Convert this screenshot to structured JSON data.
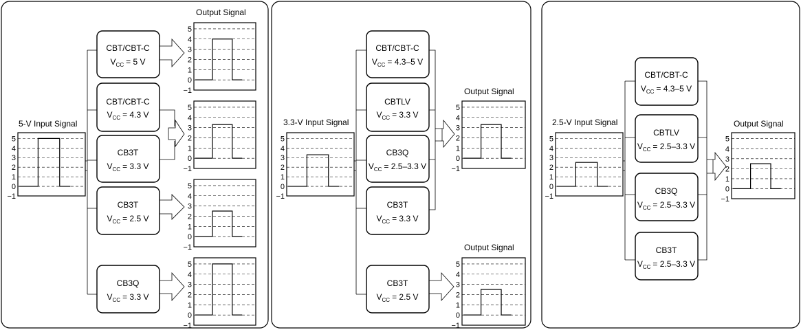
{
  "panels": [
    {
      "input_title": "5-V Input Signal",
      "input_level": 5,
      "output_titles": [
        "Output Signal"
      ],
      "devices": [
        {
          "name": "CBT/CBT-C",
          "vcc": "= 5 V"
        },
        {
          "name": "CBT/CBT-C",
          "vcc": "= 4.3 V"
        },
        {
          "name": "CB3T",
          "vcc": "= 3.3 V"
        },
        {
          "name": "CB3T",
          "vcc": "= 2.5 V"
        },
        {
          "name": "CB3Q",
          "vcc": "= 3.3 V"
        }
      ],
      "output_levels": [
        4,
        3.3,
        2.5,
        5
      ]
    },
    {
      "input_title": "3.3-V Input Signal",
      "input_level": 3.3,
      "output_titles": [
        "Output Signal",
        "Output Signal"
      ],
      "devices": [
        {
          "name": "CBT/CBT-C",
          "vcc": "= 4.3–5 V"
        },
        {
          "name": "CBTLV",
          "vcc": "= 3.3 V"
        },
        {
          "name": "CB3Q",
          "vcc": "= 2.5–3.3 V"
        },
        {
          "name": "CB3T",
          "vcc": "= 3.3 V"
        },
        {
          "name": "CB3T",
          "vcc": "= 2.5 V"
        }
      ],
      "output_levels": [
        3.3,
        2.5
      ]
    },
    {
      "input_title": "2.5-V Input Signal",
      "input_level": 2.5,
      "output_titles": [
        "Output Signal"
      ],
      "devices": [
        {
          "name": "CBT/CBT-C",
          "vcc": "= 4.3–5 V"
        },
        {
          "name": "CBTLV",
          "vcc": "= 2.5–3.3 V"
        },
        {
          "name": "CB3Q",
          "vcc": "= 2.5–3.3 V"
        },
        {
          "name": "CB3T",
          "vcc": "= 2.5–3.3 V"
        }
      ],
      "output_levels": [
        2.5
      ]
    }
  ],
  "vcc_label": {
    "main": "V",
    "sub": "CC"
  },
  "ticks": [
    "5",
    "4",
    "3",
    "2",
    "1",
    "0",
    "−1"
  ]
}
